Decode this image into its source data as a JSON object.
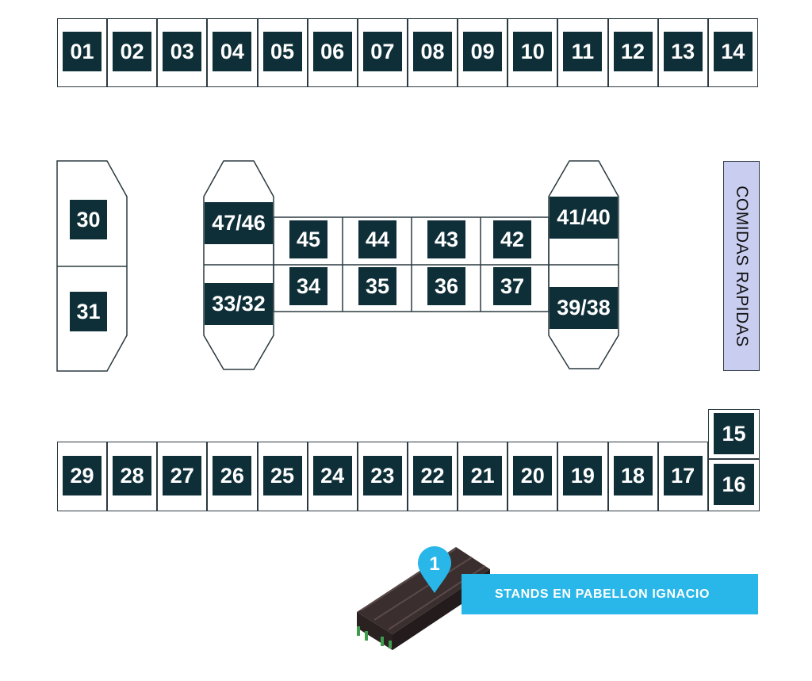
{
  "top_row": [
    "01",
    "02",
    "03",
    "04",
    "05",
    "06",
    "07",
    "08",
    "09",
    "10",
    "11",
    "12",
    "13",
    "14"
  ],
  "bottom_row": [
    "29",
    "28",
    "27",
    "26",
    "25",
    "24",
    "23",
    "22",
    "21",
    "20",
    "19",
    "18",
    "17"
  ],
  "right_stack": [
    "15",
    "16"
  ],
  "left_block": [
    "30",
    "31"
  ],
  "center_left_hex": [
    "47/46",
    "33/32"
  ],
  "center_right_hex": [
    "41/40",
    "39/38"
  ],
  "center_top_row": [
    "45",
    "44",
    "43",
    "42"
  ],
  "center_bottom_row": [
    "34",
    "35",
    "36",
    "37"
  ],
  "food_area": {
    "label": "COMIDAS RAPIDAS",
    "color": "#c9cdf0"
  },
  "pavilion": {
    "marker_number": "1",
    "label": "STANDS EN PABELLON IGNACIO",
    "banner_color": "#29b6e8",
    "marker_color": "#29b6e8",
    "icon": "pavilion-building-icon"
  },
  "colors": {
    "tag": "#0f2f38",
    "outline": "#2b3a40"
  }
}
